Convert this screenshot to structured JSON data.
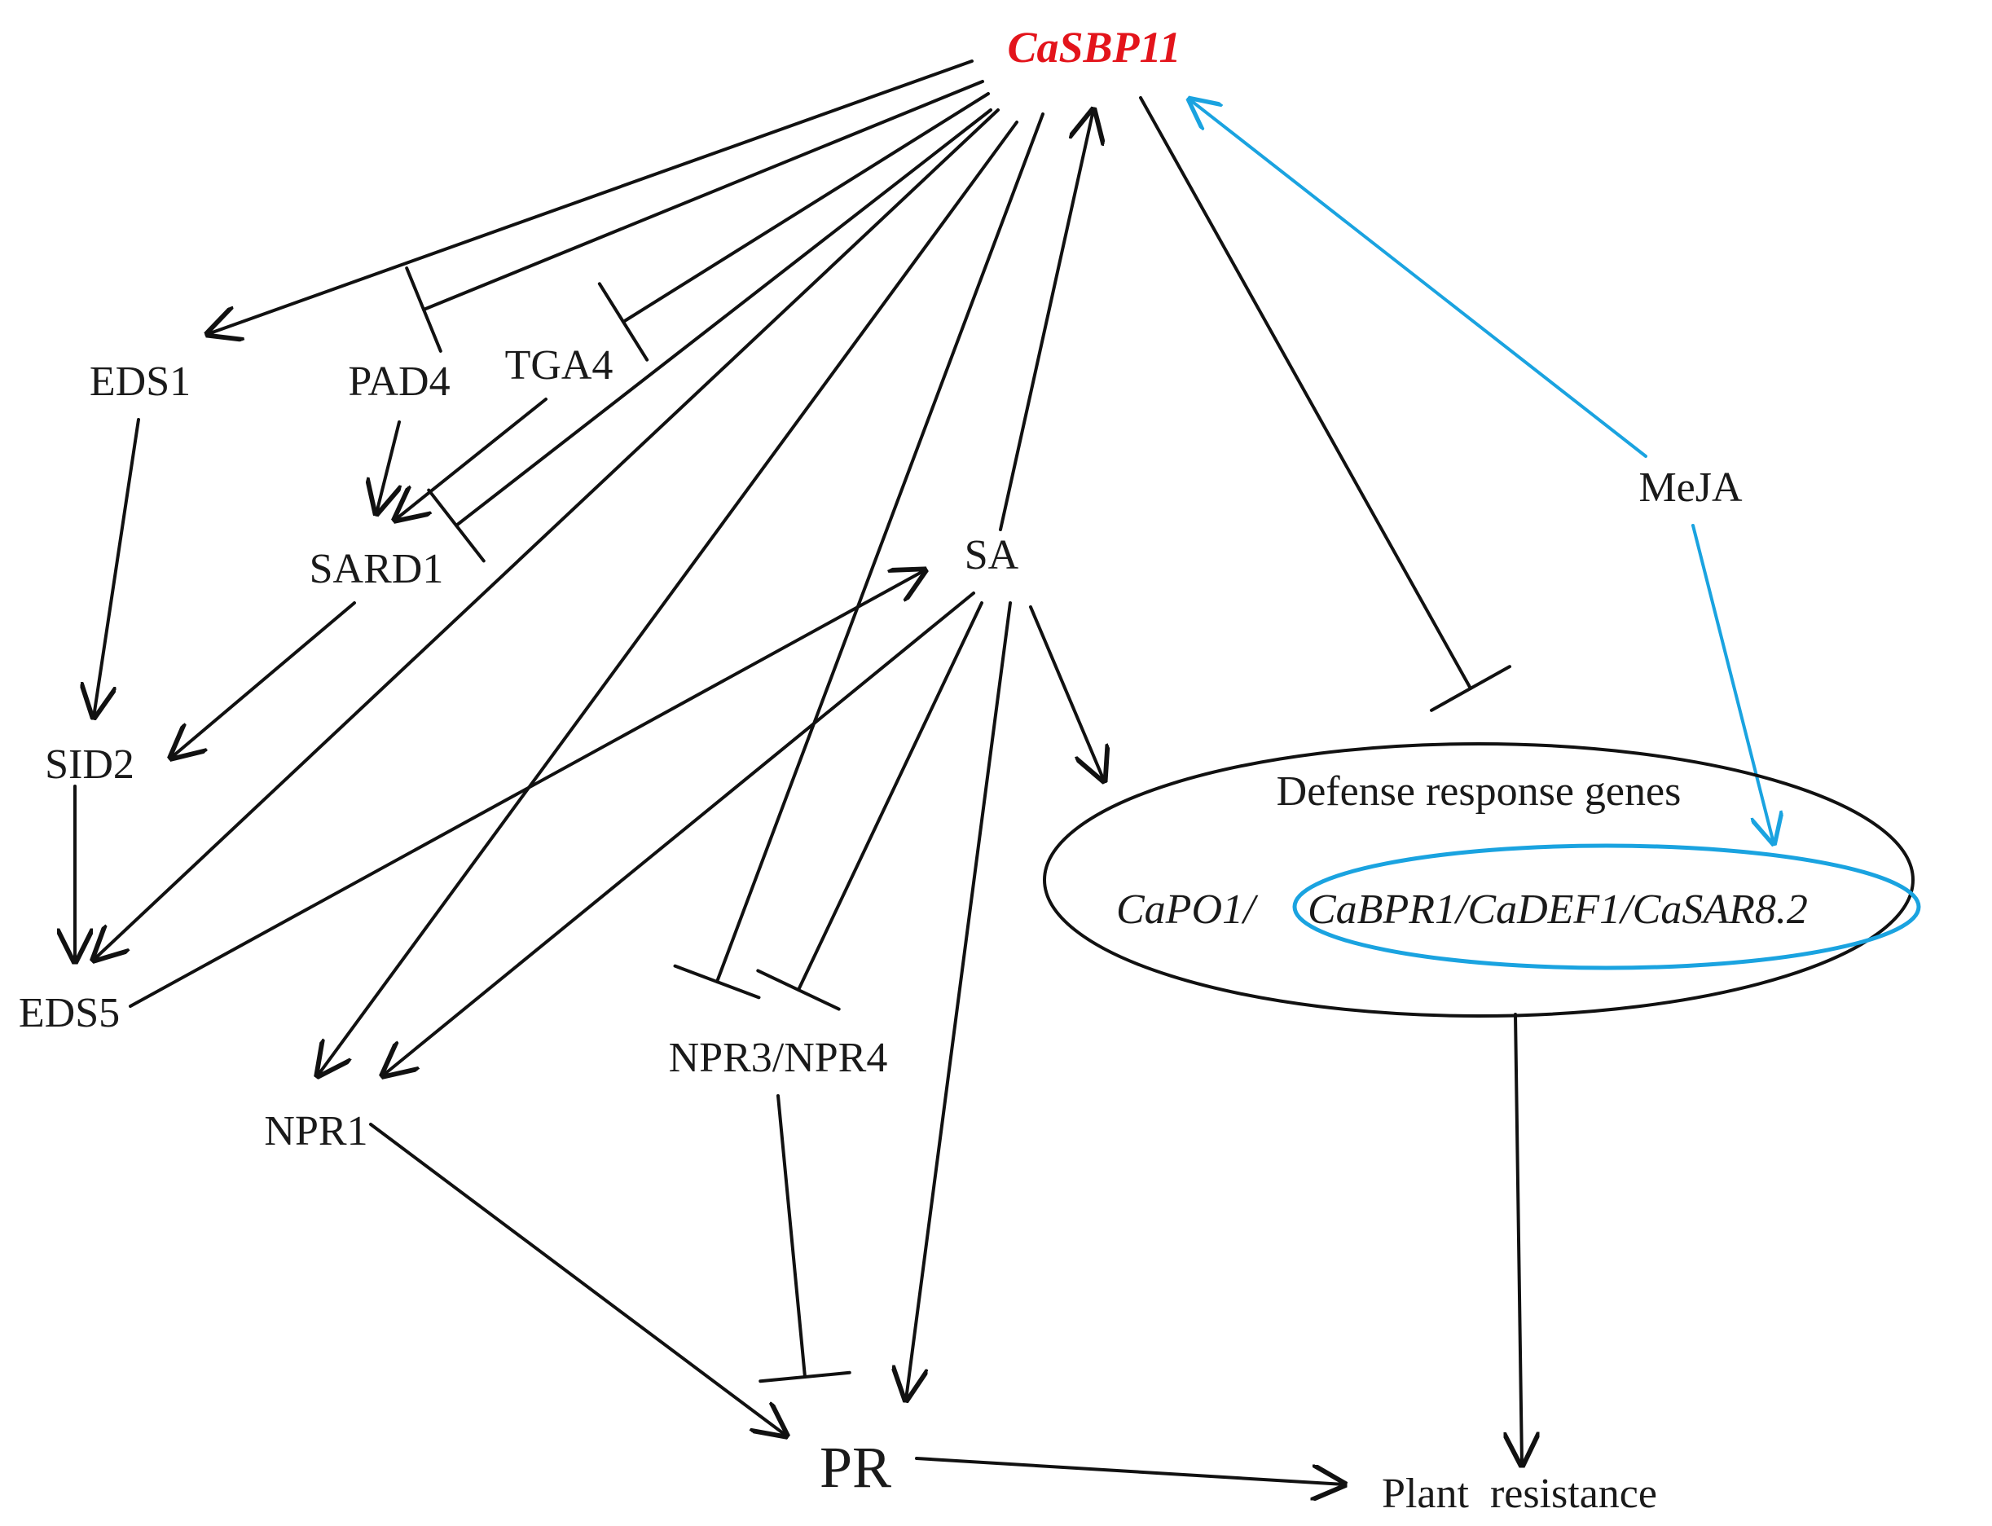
{
  "colors": {
    "edge": "#111111",
    "highlight": "#1aa3e0",
    "title": "#e3141b",
    "text": "#1a1a1a"
  },
  "nodes": {
    "casbp11": "CaSBP11",
    "eds1": "EDS1",
    "pad4": "PAD4",
    "tga4": "TGA4",
    "sard1": "SARD1",
    "sid2": "SID2",
    "eds5": "EDS5",
    "npr1": "NPR1",
    "sa": "SA",
    "npr3_npr4": "NPR3/NPR4",
    "pr": "PR",
    "plant_resistance": "Plant  resistance",
    "meja": "MeJA"
  },
  "defense_group": {
    "title": "Defense response genes",
    "gene_capo1": "CaPO1/",
    "gene_others": "CaBPR1/CaDEF1/CaSAR8.2"
  }
}
